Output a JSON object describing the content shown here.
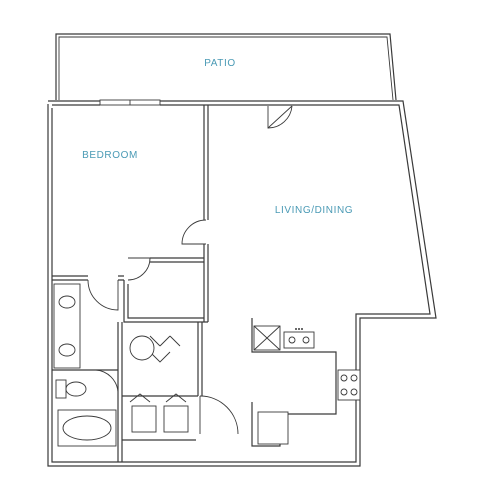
{
  "rooms": {
    "patio": "PATIO",
    "bedroom": "BEDROOM",
    "living_dining": "LIVING/DINING"
  }
}
